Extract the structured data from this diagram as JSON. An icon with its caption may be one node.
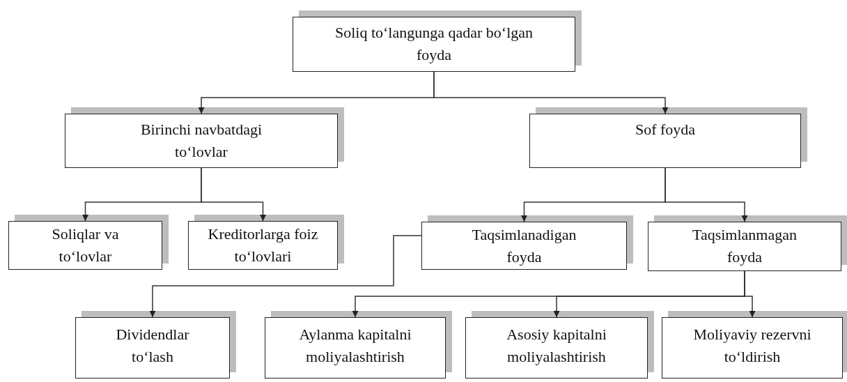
{
  "diagram": {
    "nodes": [
      {
        "text": [
          "Soliq to‘langunga qadar bo‘lgan foyda"
        ]
      },
      {
        "text": [
          "Birinchi navbatdagi to‘lovlar"
        ]
      },
      {
        "text": [
          "Sof foyda"
        ]
      },
      {
        "text": [
          "Soliqlar va to‘lovlar"
        ]
      },
      {
        "text": [
          "Kreditorlarga foiz to‘lovlari"
        ]
      },
      {
        "text": [
          "Taqsimlanadigan foyda"
        ]
      },
      {
        "text": [
          "Taqsimlanmagan foyda"
        ]
      },
      {
        "text": [
          "Dividendlar to‘lash"
        ]
      },
      {
        "text": [
          "Aylanma kapitalni moliyalashtirish"
        ]
      },
      {
        "text": [
          "Asosiy kapitalni moliyalashtirish"
        ]
      },
      {
        "text": [
          "Moliyaviy rezervni to‘ldirish"
        ]
      }
    ],
    "edges": [
      {
        "from": 0,
        "to": 1,
        "arrow": "to"
      },
      {
        "from": 0,
        "to": 2,
        "arrow": "to"
      },
      {
        "from": 1,
        "to": 3,
        "arrow": "to"
      },
      {
        "from": 1,
        "to": 4,
        "arrow": "to"
      },
      {
        "from": 2,
        "to": 5,
        "arrow": "to"
      },
      {
        "from": 2,
        "to": 6,
        "arrow": "to"
      },
      {
        "from": 5,
        "to": 7,
        "arrow": "to"
      },
      {
        "from": 6,
        "to": 8,
        "arrow": "to"
      },
      {
        "from": 6,
        "to": 9,
        "arrow": "to"
      },
      {
        "from": 6,
        "to": 10,
        "arrow": "to"
      }
    ]
  }
}
